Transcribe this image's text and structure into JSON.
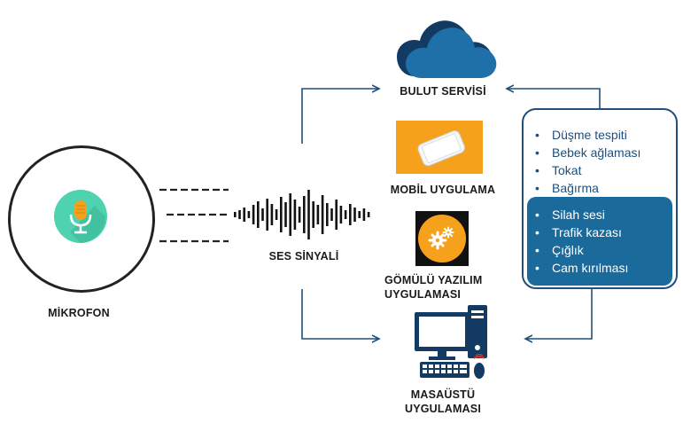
{
  "microphone": {
    "label": "MİKROFON",
    "icon": "microphone-icon"
  },
  "signal": {
    "label": "SES SİNYALİ"
  },
  "targets": {
    "cloud": {
      "label": "BULUT SERVİSİ",
      "icon": "cloud-icon"
    },
    "mobile": {
      "label": "MOBİL UYGULAMA",
      "icon": "smartphone-icon"
    },
    "embedded": {
      "line1": "GÖMÜLÜ YAZILIM",
      "line2": "UYGULAMASI",
      "icon": "gears-icon"
    },
    "desktop": {
      "line1": "MASAÜSTÜ",
      "line2": "UYGULAMASI",
      "icon": "desktop-computer-icon"
    }
  },
  "events": {
    "top": [
      "Düşme tespiti",
      "Bebek ağlaması",
      "Tokat",
      "Bağırma"
    ],
    "bottom": [
      "Silah sesi",
      "Trafik kazası",
      "Çığlık",
      "Cam kırılması"
    ]
  },
  "colors": {
    "navy": "#1f4f7a",
    "cloud": "#1f6fa8",
    "orange": "#f5a11c",
    "mic_green": "#4fd2b0",
    "box_blue": "#1b6a9c"
  }
}
